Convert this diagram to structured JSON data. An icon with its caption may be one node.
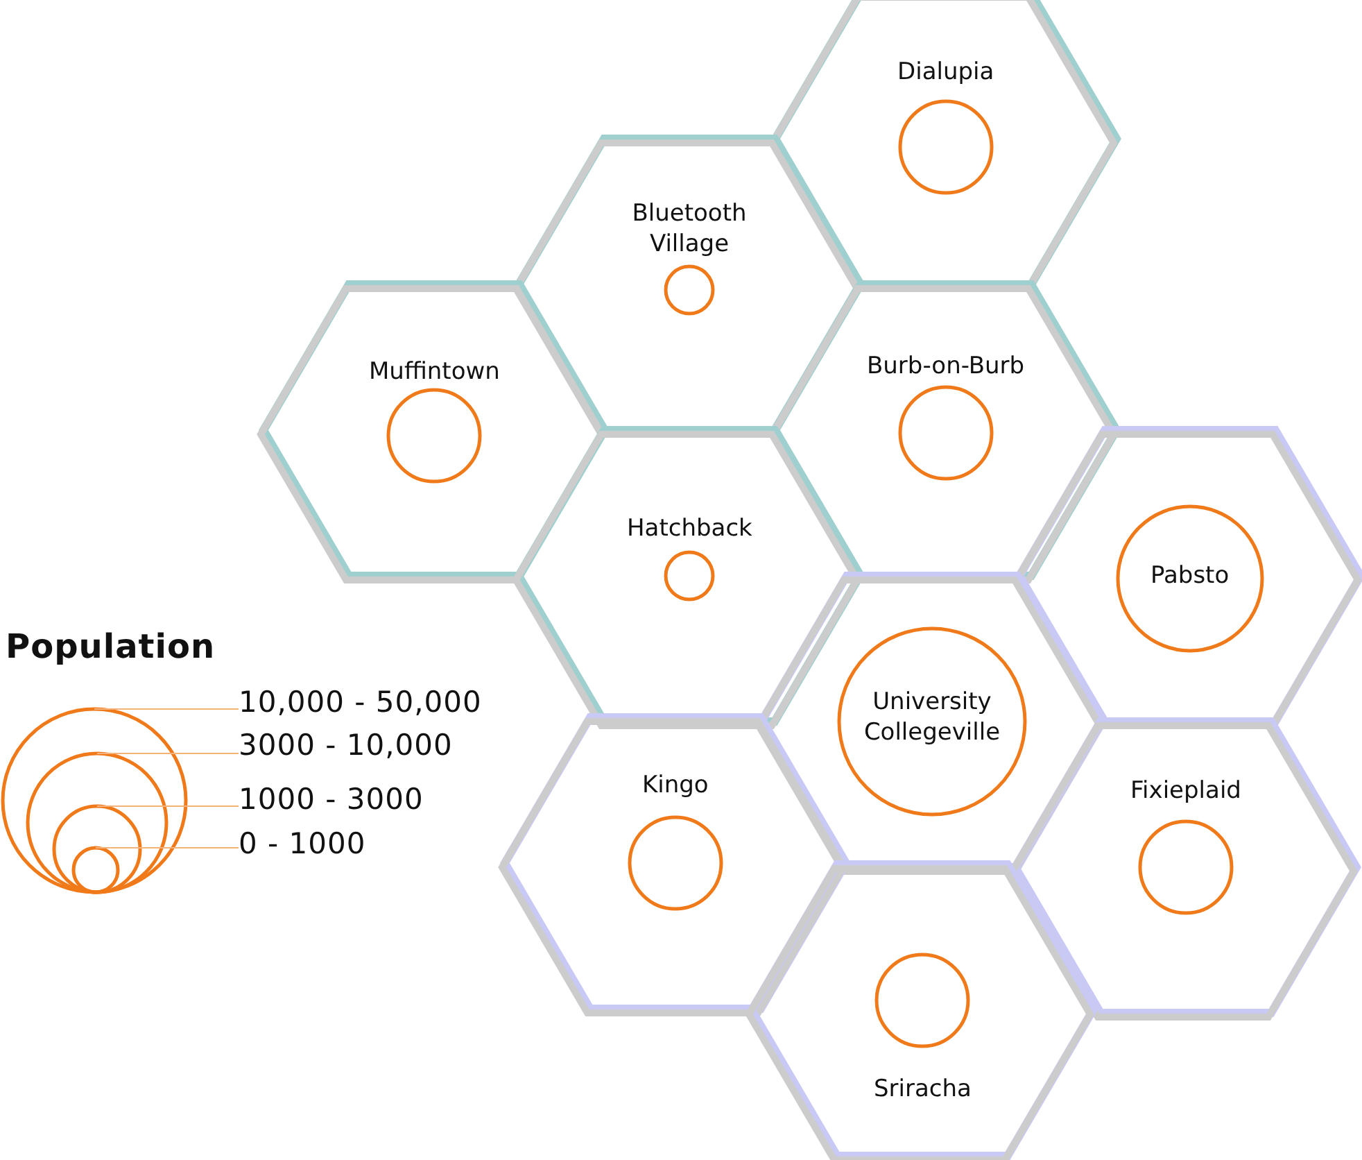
{
  "diagram": {
    "nodes": [
      {
        "text": [
          "Dialupia"
        ]
      },
      {
        "text": [
          "Bluetooth Village"
        ]
      },
      {
        "text": [
          "Muffintown"
        ]
      },
      {
        "text": [
          "Burb-on-Burb"
        ]
      },
      {
        "text": [
          "Hatchback"
        ]
      },
      {
        "text": [
          "Pabsto"
        ]
      },
      {
        "text": [
          "University Collegeville"
        ]
      },
      {
        "text": [
          "Kingo"
        ]
      },
      {
        "text": [
          "Fixieplaid"
        ]
      },
      {
        "text": [
          "Sriracha"
        ]
      }
    ],
    "edges": [],
    "labels": [
      "Population"
    ],
    "legend": [
      {
        "text": "10,000 - 50,000"
      },
      {
        "text": "3000 - 10,000"
      },
      {
        "text": "1000 - 3000"
      },
      {
        "text": "0 - 1000"
      }
    ]
  }
}
